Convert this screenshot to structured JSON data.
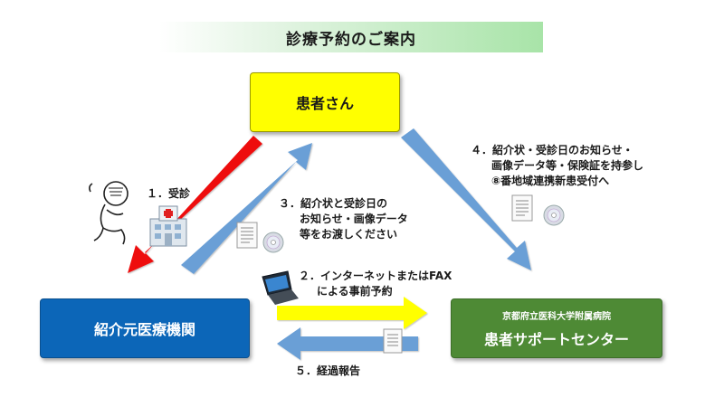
{
  "title": "診療予約のご案内",
  "nodes": {
    "patient": "患者さん",
    "referrer": "紹介元医療機関",
    "center_sub": "京都府立医科大学附属病院",
    "center_main": "患者サポートセンター"
  },
  "steps": {
    "s1": "１．受診",
    "s2_line1": "２．インターネットまたはFAX",
    "s2_line2": "による事前予約",
    "s3_line1": "３．紹介状と受診日の",
    "s3_line2": "お知らせ・画像データ",
    "s3_line3": "等をお渡しください",
    "s4_line1": "４．紹介状・受診日のお知らせ・",
    "s4_line2": "画像データ等・保険証を持参し",
    "s4_line3": "⑧番地域連携新患受付へ",
    "s5": "５．経過報告"
  },
  "colors": {
    "patient_box": "#ffff00",
    "referrer_box": "#0c66b8",
    "center_box": "#4e8a35",
    "arrow_red": "#ee1111",
    "arrow_blue": "#6a9fd6",
    "arrow_yellow": "#ffff00"
  },
  "icons": [
    "worried-person-icon",
    "hospital-icon",
    "document-icon",
    "cd-disc-icon",
    "laptop-icon"
  ]
}
